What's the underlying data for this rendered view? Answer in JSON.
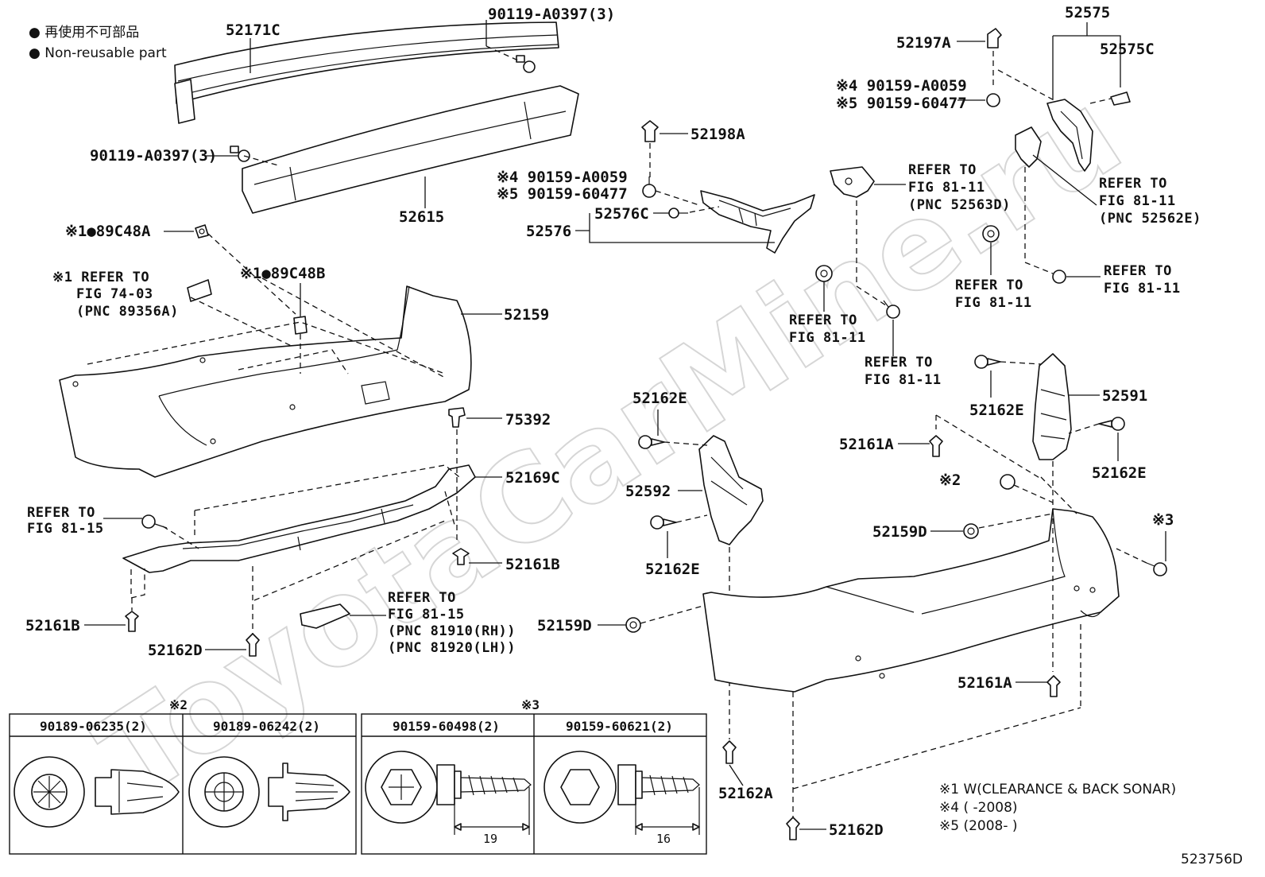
{
  "watermark": "ToyotaCarMine.ru",
  "legend": {
    "jp": "● 再使用不可部品",
    "en": "● Non-reusable part"
  },
  "parts": {
    "p52171C": "52171C",
    "p90119_a": "90119-A0397(3)",
    "p90119_b": "90119-A0397(3)",
    "p52615": "52615",
    "p89C48A": "※1●89C48A",
    "p89C48B": "※1●89C48B",
    "p52159": "52159",
    "p75392": "75392",
    "p52169C": "52169C",
    "p52161B_r": "52161B",
    "p52161B_l": "52161B",
    "p52162D_l": "52162D",
    "p52198A": "52198A",
    "p90159_a0059_l": "※4 90159-A0059",
    "p90159_60477_l": "※5 90159-60477",
    "p52576C": "52576C",
    "p52576": "52576",
    "p52197A": "52197A",
    "p90159_a0059_r": "※4 90159-A0059",
    "p90159_60477_r": "※5 90159-60477",
    "p52575": "52575",
    "p52575C": "52575C",
    "p52162E_1": "52162E",
    "p52592": "52592",
    "p52162E_2": "52162E",
    "p52159D_l": "52159D",
    "p52162A": "52162A",
    "p52162D_r": "52162D",
    "p52162E_3": "52162E",
    "p52591": "52591",
    "p52162E_4": "52162E",
    "p52161A_t": "52161A",
    "p52159D_r": "52159D",
    "p52161A_b": "52161A",
    "note2": "※2",
    "note3": "※3"
  },
  "refs": {
    "fig7403": [
      "※1 REFER TO",
      "FIG 74-03",
      "(PNC 89356A)"
    ],
    "fig8115_a": [
      "REFER TO",
      "FIG 81-15"
    ],
    "fig8115_b": [
      "REFER TO",
      "FIG 81-15",
      "(PNC 81910(RH))",
      "(PNC 81920(LH))"
    ],
    "fig8111_a": [
      "REFER TO",
      "FIG 81-11",
      "(PNC 52563D)"
    ],
    "fig8111_b": [
      "REFER TO",
      "FIG 81-11",
      "(PNC 52562E)"
    ],
    "fig8111_c": [
      "REFER TO",
      "FIG 81-11"
    ],
    "fig8111_d": [
      "REFER TO",
      "FIG 81-11"
    ],
    "fig8111_e": [
      "REFER TO",
      "FIG 81-11"
    ],
    "fig8111_f": [
      "REFER TO",
      "FIG 81-11"
    ]
  },
  "table": {
    "group2_label": "※2",
    "group3_label": "※3",
    "cols": [
      "90189-06235(2)",
      "90189-06242(2)",
      "90159-60498(2)",
      "90159-60621(2)"
    ],
    "dim1": "19",
    "dim2": "16"
  },
  "notes": [
    "※1 W(CLEARANCE & BACK SONAR)",
    "※4 (       -2008)",
    "※5 (2008-       )"
  ],
  "figure_id": "523756D"
}
